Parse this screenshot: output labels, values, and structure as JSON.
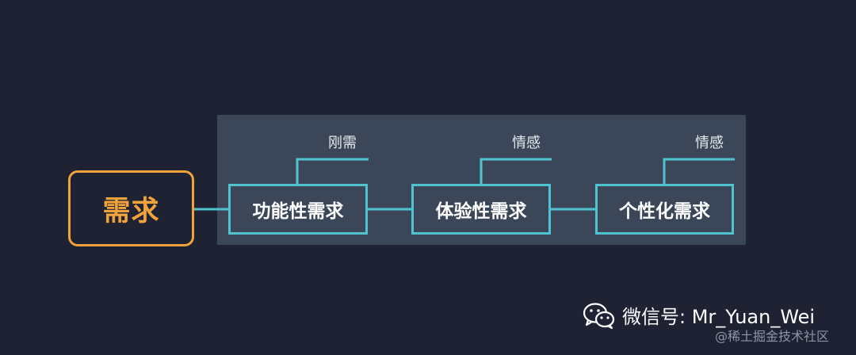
{
  "diagram": {
    "root": {
      "label": "需求"
    },
    "nodes": [
      {
        "label": "功能性需求",
        "tag": "刚需"
      },
      {
        "label": "体验性需求",
        "tag": "情感"
      },
      {
        "label": "个性化需求",
        "tag": "情感"
      }
    ],
    "colors": {
      "background": "#1e2233",
      "panel": "#3b4759",
      "root_accent": "#f0a33a",
      "node_border": "#4fc3cf",
      "connector": "#4fc3cf"
    }
  },
  "watermark": {
    "icon": "wechat-icon",
    "text": "微信号: Mr_Yuan_Wei",
    "platform": "@稀土掘金技术社区"
  }
}
